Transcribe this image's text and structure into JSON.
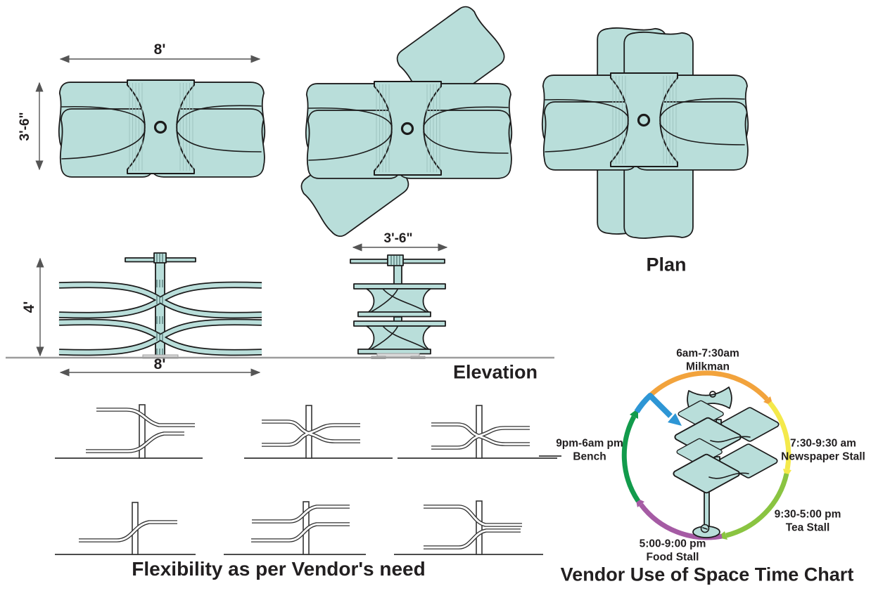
{
  "palette": {
    "panel_fill": "#B9DEDA",
    "outline": "#1C1C1C"
  },
  "plan_section": {
    "label": "Plan",
    "width_dim": "8'",
    "height_dim": "3'-6\""
  },
  "elevation_section": {
    "label": "Elevation",
    "height_dim": "4'",
    "width_dim": "8'",
    "side_width_dim": "3'-6\""
  },
  "flexibility_section": {
    "caption": "Flexibility as per Vendor's need"
  },
  "time_chart": {
    "title": "Vendor Use of Space Time Chart",
    "segments": [
      {
        "time": "6am-7:30am",
        "vendor": "Milkman",
        "color": "#F2A33C"
      },
      {
        "time": "7:30-9:30 am",
        "vendor": "Newspaper Stall",
        "color": "#F4E94B"
      },
      {
        "time": "9:30-5:00 pm",
        "vendor": "Tea Stall",
        "color": "#8AC441"
      },
      {
        "time": "5:00-9:00 pm",
        "vendor": "Food Stall",
        "color": "#A55BA4"
      },
      {
        "time": "9pm-6am pm",
        "vendor": "Bench",
        "color": "#129B4C"
      }
    ],
    "pointer_color": "#2E96D5"
  }
}
